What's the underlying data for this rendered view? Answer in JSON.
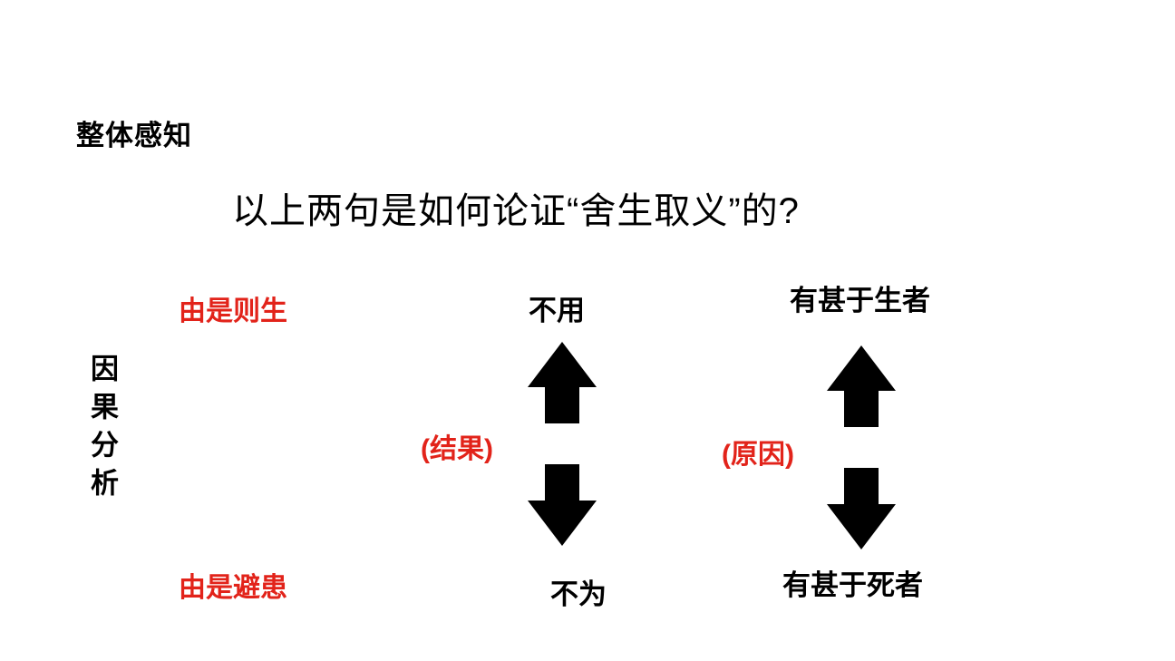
{
  "slide": {
    "section_label": "整体感知",
    "title": "以上两句是如何论证“舍生取义”的?",
    "vertical_label": "因果分析",
    "left_labels": {
      "top": "由是则生",
      "bottom": "由是避患"
    },
    "columns": [
      {
        "top": "不用",
        "middle": "(结果)",
        "bottom": "不为",
        "arrows": [
          "up-arrow",
          "down-arrow"
        ]
      },
      {
        "top": "有甚于生者",
        "middle": "(原因)",
        "bottom": "有甚于死者",
        "arrows": [
          "up-arrow",
          "down-arrow"
        ]
      }
    ],
    "colors": {
      "accent_red": "#e2231a",
      "text_black": "#000000",
      "background": "#ffffff"
    }
  }
}
